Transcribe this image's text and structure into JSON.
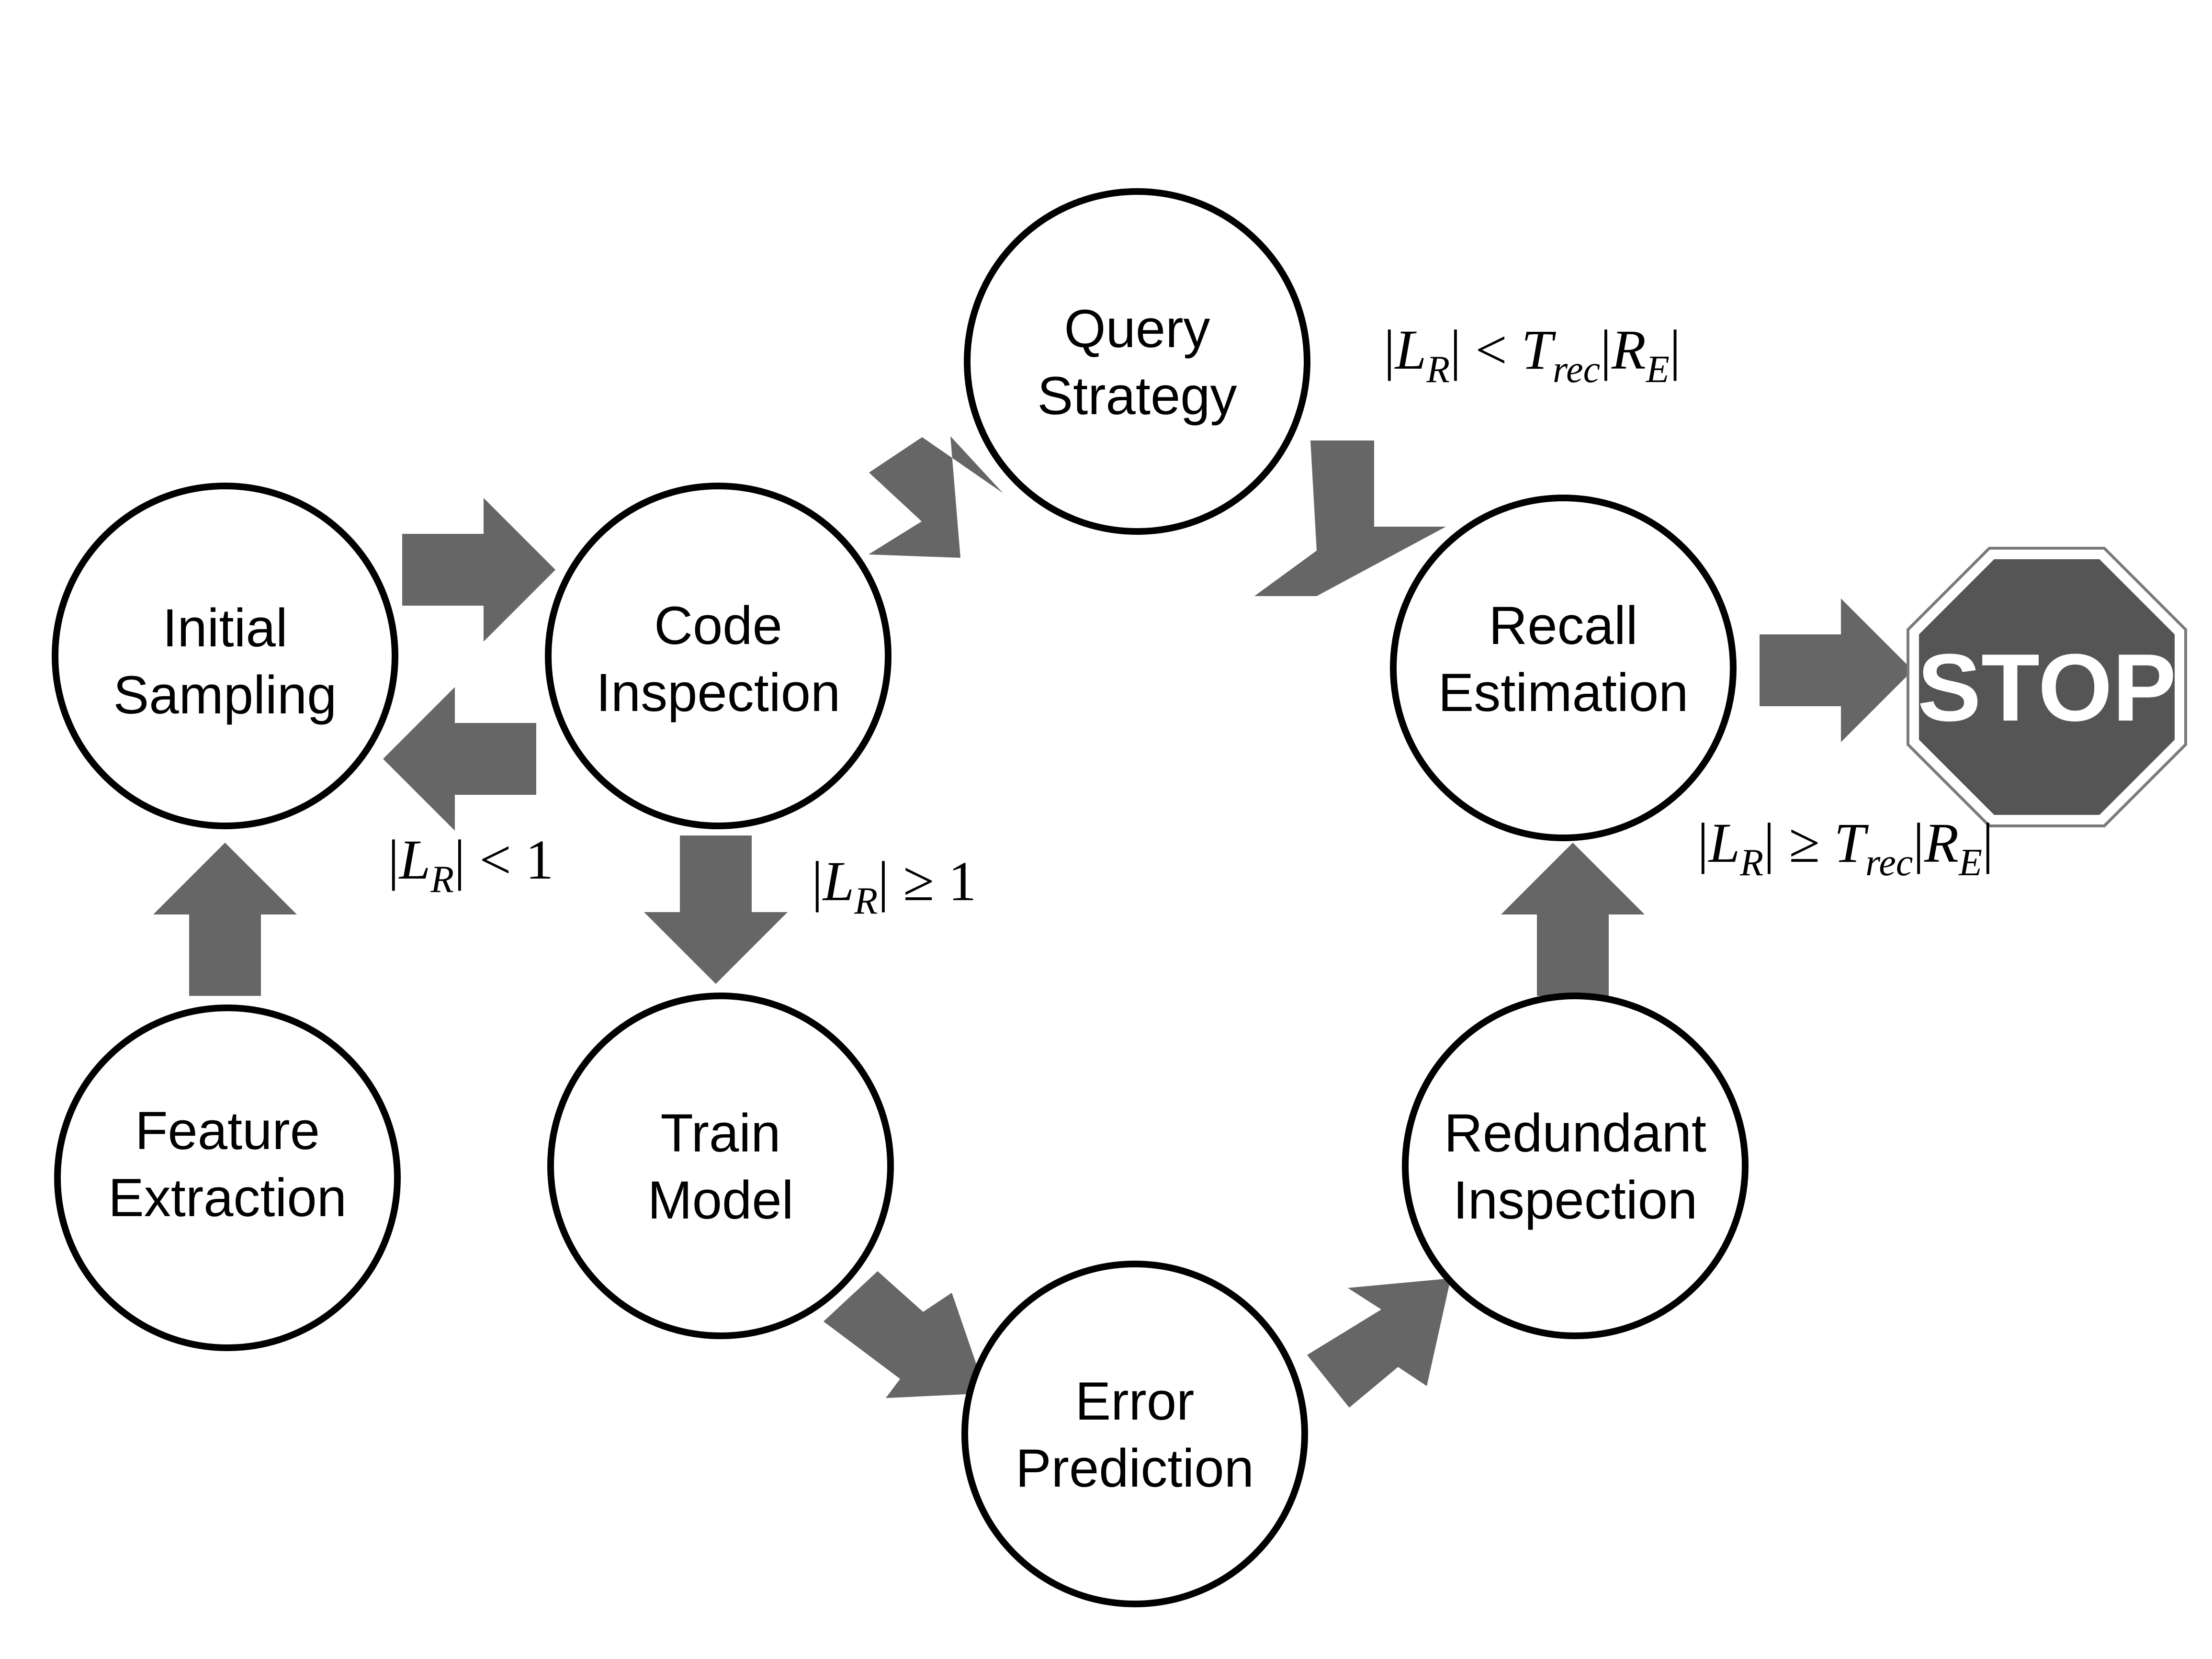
{
  "colors": {
    "arrow": "#666666",
    "stop_sign": "#555555",
    "outline": "#000000"
  },
  "nodes": {
    "initial_sampling": [
      "Initial",
      "Sampling"
    ],
    "code_inspection": [
      "Code",
      "Inspection"
    ],
    "query_strategy": [
      "Query",
      "Strategy"
    ],
    "recall_estimation": [
      "Recall",
      "Estimation"
    ],
    "feature_extraction": [
      "Feature",
      "Extraction"
    ],
    "train_model": [
      "Train",
      "Model"
    ],
    "error_prediction": [
      "Error",
      "Prediction"
    ],
    "redundant_inspection": [
      "Redundant",
      "Inspection"
    ]
  },
  "stop": {
    "label": "STOP"
  },
  "conditions": {
    "no_relevant": {
      "L": "L",
      "sub": "R",
      "rest": "< 1"
    },
    "has_relevant": {
      "L": "L",
      "sub": "R",
      "rest": "≥ 1"
    },
    "continue": {
      "L": "L",
      "sub": "R",
      "op": "<",
      "T": "T",
      "Tsub": "rec",
      "R": "R",
      "Rsub": "E"
    },
    "stop": {
      "L": "L",
      "sub": "R",
      "op": "≥",
      "T": "T",
      "Tsub": "rec",
      "R": "R",
      "Rsub": "E"
    }
  }
}
